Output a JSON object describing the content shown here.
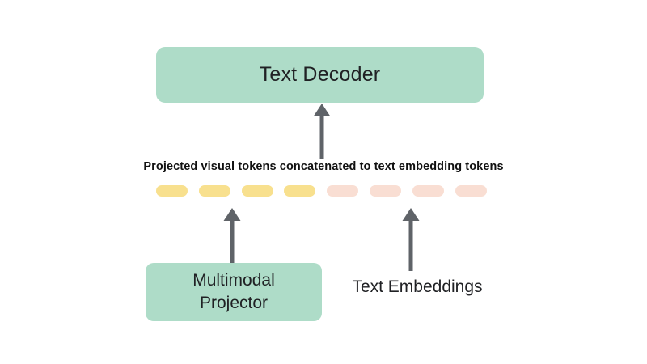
{
  "diagram": {
    "title_text": "Text Decoder",
    "background_color": "#ffffff",
    "box_color": "#aedcc8",
    "arrow_color": "#5f6368",
    "visual_token_color": "#f8e08e",
    "text_token_color": "#f9ded3",
    "text_color": "#202124"
  },
  "decoder": {
    "label": "Text Decoder"
  },
  "caption": {
    "text": "Projected visual tokens concatenated to text embedding tokens"
  },
  "tokens": {
    "items": [
      {
        "kind": "visual",
        "index": 1
      },
      {
        "kind": "visual",
        "index": 2
      },
      {
        "kind": "visual",
        "index": 3
      },
      {
        "kind": "visual",
        "index": 4
      },
      {
        "kind": "text",
        "index": 5
      },
      {
        "kind": "text",
        "index": 6
      },
      {
        "kind": "text",
        "index": 7
      },
      {
        "kind": "text",
        "index": 8
      }
    ],
    "visual_count": 4,
    "text_count": 4
  },
  "projector": {
    "label": "Multimodal\nProjector"
  },
  "text_embeddings": {
    "label": "Text Embeddings"
  },
  "arrows": [
    {
      "name": "tokens-to-decoder",
      "direction": "up"
    },
    {
      "name": "projector-to-tokens",
      "direction": "up"
    },
    {
      "name": "text-embeddings-to-tokens",
      "direction": "up"
    }
  ]
}
